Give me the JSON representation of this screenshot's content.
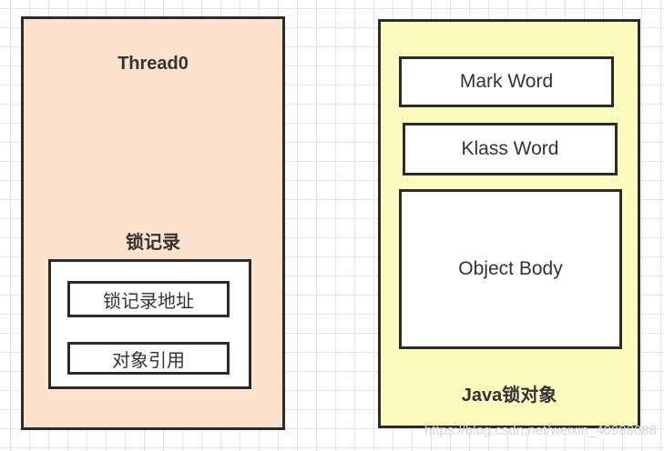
{
  "thread": {
    "title": "Thread0",
    "lock_record": {
      "label": "锁记录",
      "address": "锁记录地址",
      "object_ref": "对象引用"
    }
  },
  "java_object": {
    "mark_word": "Mark Word",
    "klass_word": "Klass Word",
    "object_body": "Object Body",
    "caption": "Java锁对象"
  },
  "watermark": "https://blog.csdn.net/weixin_40988088",
  "colors": {
    "thread_panel": "#fde3ce",
    "object_panel": "#fdfcbf",
    "border": "#2b2b2b"
  }
}
